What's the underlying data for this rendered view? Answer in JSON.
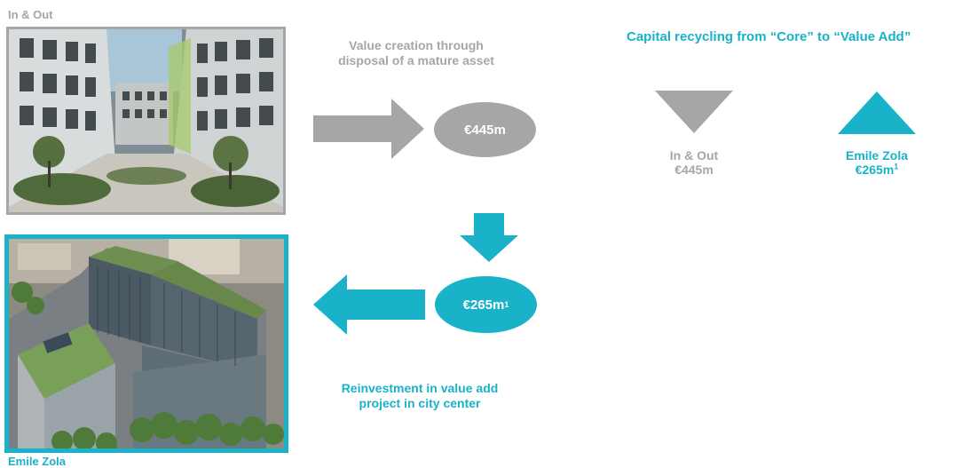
{
  "top_photo": {
    "label": "In & Out"
  },
  "bottom_photo": {
    "label": "Emile Zola"
  },
  "flow": {
    "top_caption_line1": "Value creation through",
    "top_caption_line2": "disposal of a mature asset",
    "top_ellipse_value": "€445m",
    "bottom_ellipse_value": "€265m",
    "bottom_ellipse_footnote": "1",
    "bottom_caption_line1": "Reinvestment in value add",
    "bottom_caption_line2": "project in city center"
  },
  "recycling": {
    "title": "Capital recycling from “Core” to “Value Add”",
    "outflow": {
      "name": "In & Out",
      "value": "€445m",
      "direction": "down"
    },
    "inflow": {
      "name": "Emile Zola",
      "value": "€265m",
      "footnote": "1",
      "direction": "up"
    }
  },
  "colors": {
    "teal": "#19b2c8",
    "gray": "#a6a6a6"
  },
  "icons": [
    "arrow-right-icon",
    "arrow-down-icon",
    "arrow-left-icon",
    "triangle-down-icon",
    "triangle-up-icon"
  ]
}
